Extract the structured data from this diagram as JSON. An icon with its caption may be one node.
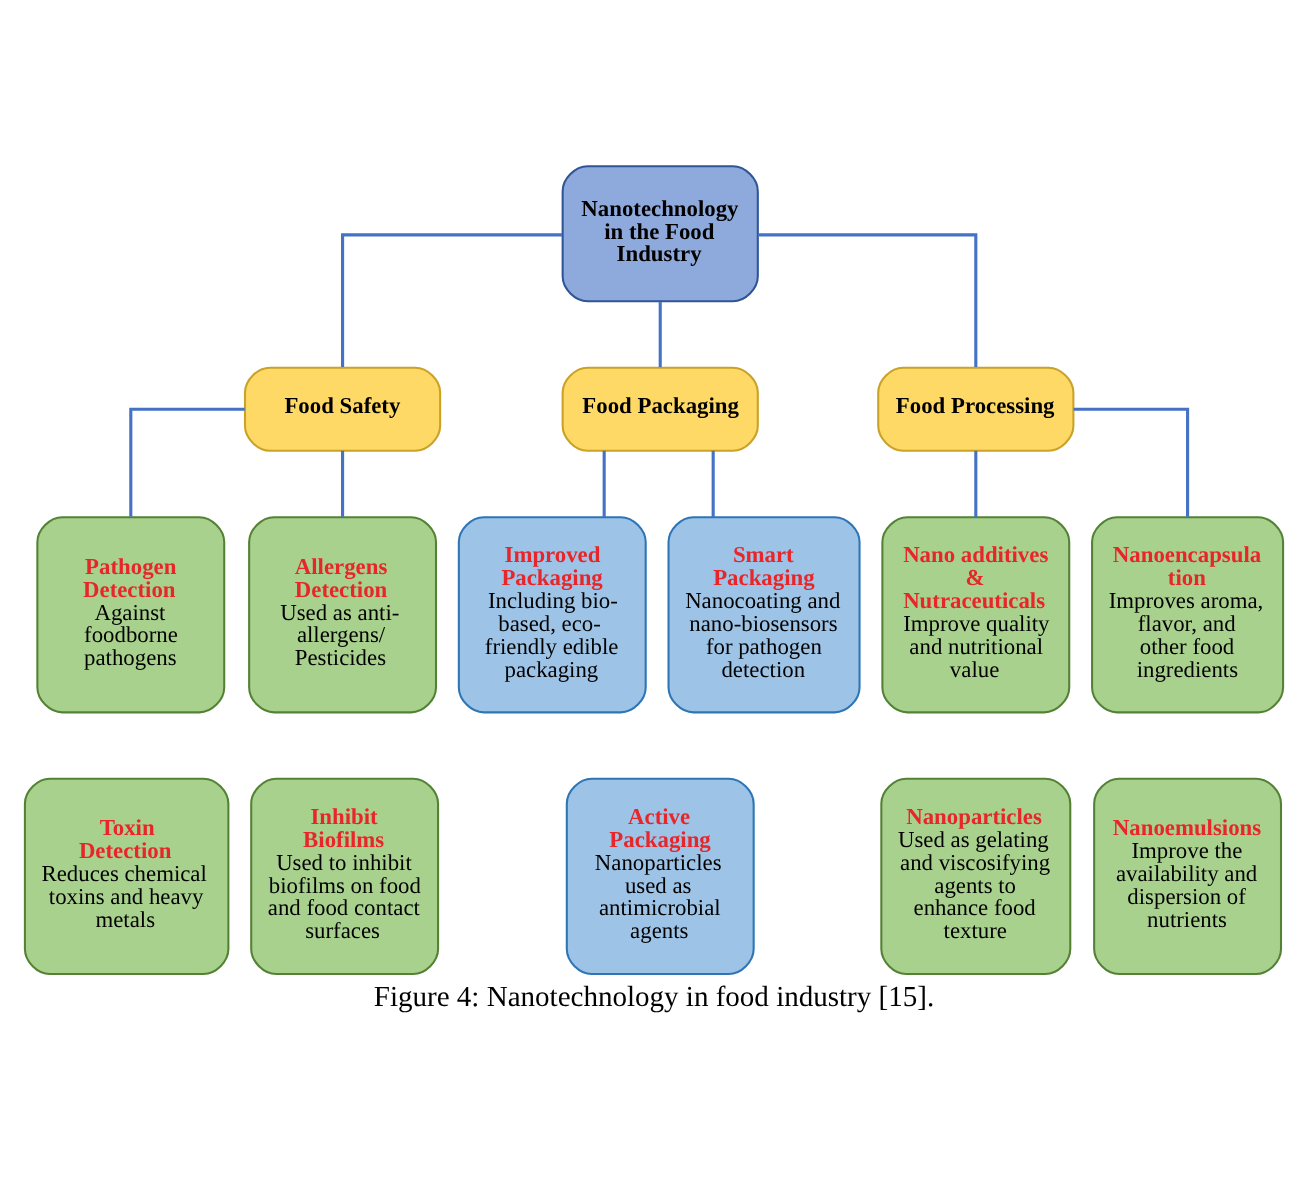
{
  "diagram": {
    "caption": "Figure 4: Nanotechnology in food industry [15].",
    "nodes": [
      {
        "text": [
          "Nanotechnology in the Food Industry"
        ]
      },
      {
        "text": [
          "Food Safety"
        ]
      },
      {
        "text": [
          "Food Packaging"
        ]
      },
      {
        "text": [
          "Food Processing"
        ]
      },
      {
        "text": [
          "Pathogen Detection",
          "Against foodborne pathogens"
        ]
      },
      {
        "text": [
          "Allergens Detection",
          "Used as anti-allergens/ Pesticides"
        ]
      },
      {
        "text": [
          "Toxin Detection",
          "Reduces chemical toxins and heavy metals"
        ]
      },
      {
        "text": [
          "Inhibit Biofilms",
          "Used to inhibit biofilms on food and food contact surfaces"
        ]
      },
      {
        "text": [
          "Improved Packaging",
          "Including bio-based, eco-friendly edible packaging"
        ]
      },
      {
        "text": [
          "Smart Packaging",
          "Nanocoating and nano-biosensors for pathogen detection"
        ]
      },
      {
        "text": [
          "Active Packaging",
          "Nanoparticles used as antimicrobial agents"
        ]
      },
      {
        "text": [
          "Nano additives & Nutraceuticals",
          "Improve quality and nutritional value"
        ]
      },
      {
        "text": [
          "Nanoencapsula tion",
          "Improves aroma, flavor, and other food ingredients"
        ]
      },
      {
        "text": [
          "Nanoparticles",
          "Used as gelating and viscosifying agents to enhance food texture"
        ]
      },
      {
        "text": [
          "Nanoemulsions",
          "Improve the availability and dispersion of nutrients"
        ]
      }
    ],
    "edges": [
      {
        "from": 0,
        "to": 1,
        "arrow": "none"
      },
      {
        "from": 0,
        "to": 2,
        "arrow": "none"
      },
      {
        "from": 0,
        "to": 3,
        "arrow": "none"
      },
      {
        "from": 1,
        "to": 4,
        "arrow": "none"
      },
      {
        "from": 1,
        "to": 5,
        "arrow": "none"
      },
      {
        "from": 2,
        "to": 8,
        "arrow": "none"
      },
      {
        "from": 2,
        "to": 9,
        "arrow": "none"
      },
      {
        "from": 3,
        "to": 11,
        "arrow": "none"
      },
      {
        "from": 3,
        "to": 12,
        "arrow": "none"
      }
    ]
  }
}
